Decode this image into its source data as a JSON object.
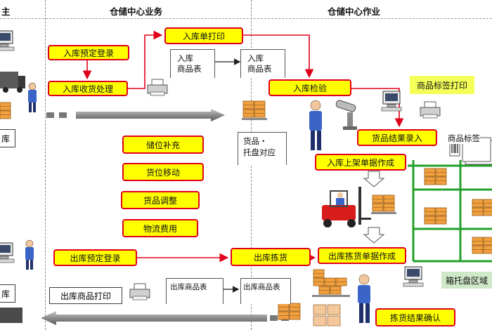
{
  "lanes": {
    "left_partial": "主",
    "business": "仓储中心业务",
    "operation": "仓储中心作业"
  },
  "process": {
    "inbound_register": "入库预定登录",
    "inbound_receiving": "入库收货处理",
    "inbound_slip_print": "入库单打印",
    "inbound_inspection": "入库检验",
    "goods_result_entry": "货品结果录入",
    "shelving_doc": "入库上架单据作成",
    "restock": "储位补充",
    "location_move": "货位移动",
    "goods_adjust": "货品调整",
    "logistics_fee": "物流费用",
    "outbound_register": "出库预定登录",
    "outbound_picking": "出库拣货",
    "picking_doc": "出库拣货单据作成",
    "picking_confirm": "拣货结果确认"
  },
  "documents": {
    "inbound_goods_table_line1": "入库",
    "inbound_goods_table_line2": "商品表",
    "inbound_goods_table2_line1": "入库",
    "inbound_goods_table2_line2": "商品表",
    "outbound_goods_table": "出库商品表",
    "outbound_goods_table2": "出库商品表",
    "pallet_note_line1": "货品・",
    "pallet_note_line2": "托盘对应",
    "product_label_tag": "商品标签"
  },
  "labels": {
    "product_label_print": "商品标签打印",
    "pallet_zone": "箱托盘区域",
    "left_inbound_fragment": "库",
    "left_outbound_fragment": "库",
    "outbound_print": "出库商品打印"
  },
  "colors": {
    "box_fill": "#ffff00",
    "box_border": "#e0001a",
    "arrow_red": "#e0001a",
    "rack_green": "#22a02a",
    "pallet_orange": "#f0a040"
  }
}
